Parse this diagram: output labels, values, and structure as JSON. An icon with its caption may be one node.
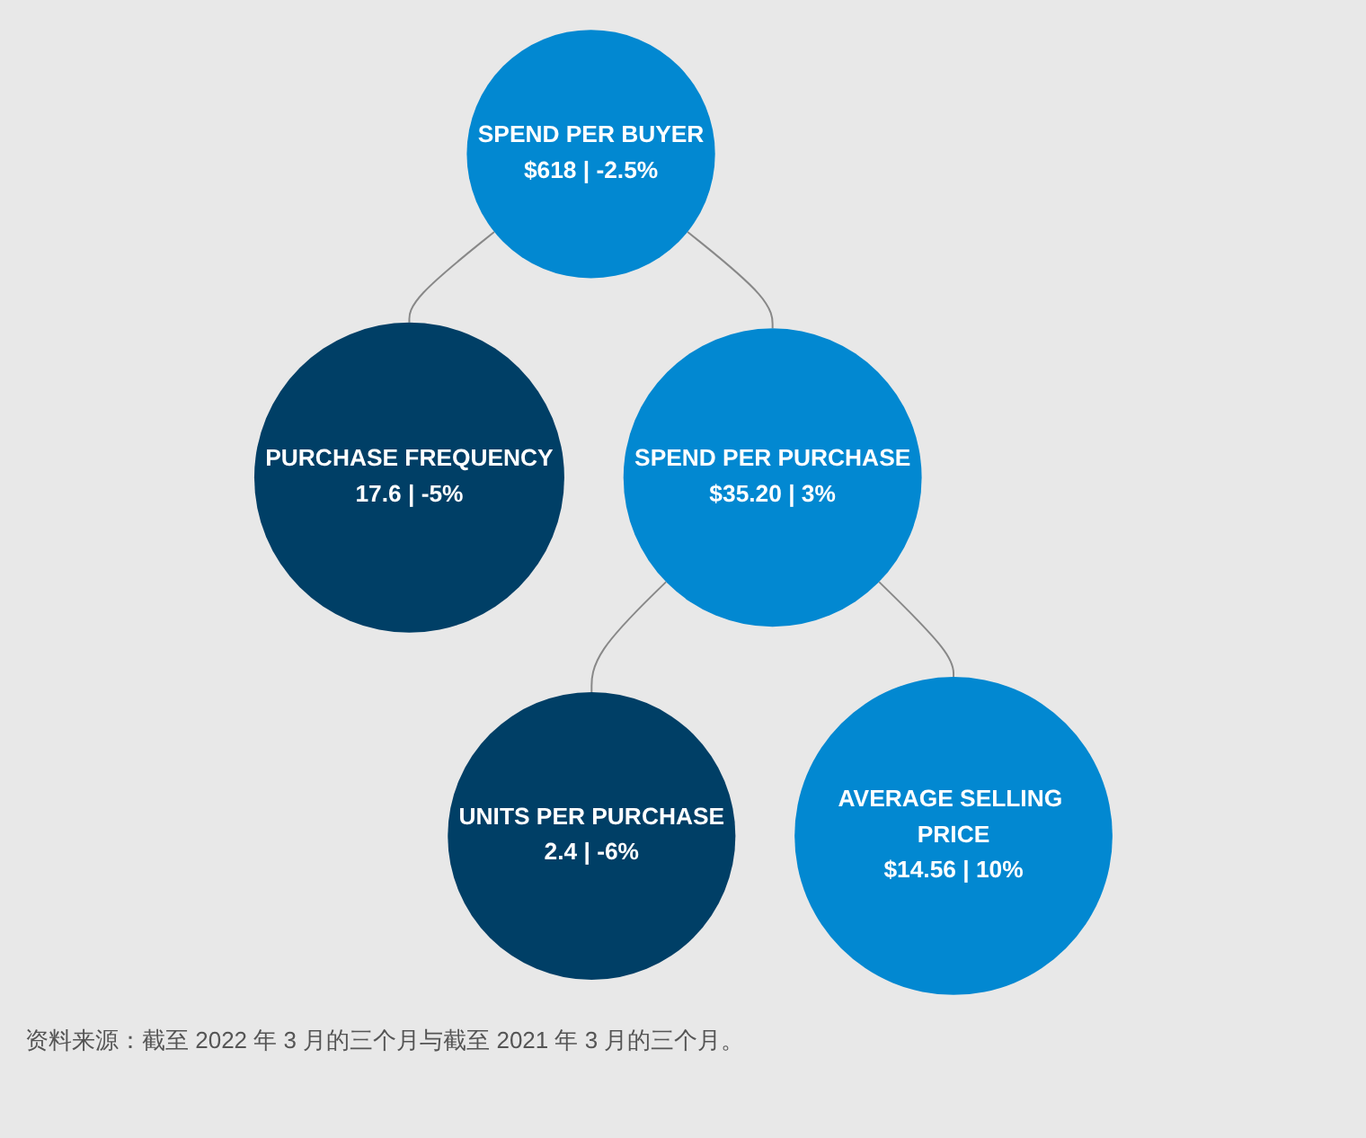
{
  "diagram": {
    "caption": "资料来源：截至 2022 年 3 月的三个月与截至 2021 年 3 月的三个月。",
    "nodes": [
      {
        "text": [
          "SPEND PER BUYER",
          "$618 | -2.5%"
        ]
      },
      {
        "text": [
          "PURCHASE FREQUENCY",
          "17.6 | -5%"
        ]
      },
      {
        "text": [
          "SPEND PER PURCHASE",
          "$35.20 | 3%"
        ]
      },
      {
        "text": [
          "UNITS PER PURCHASE",
          "2.4 | -6%"
        ]
      },
      {
        "text": [
          "AVERAGE SELLING PRICE",
          "$14.56 | 10%"
        ]
      }
    ],
    "edges": [
      {
        "from": 0,
        "to": 1,
        "arrow": "none"
      },
      {
        "from": 0,
        "to": 2,
        "arrow": "none"
      },
      {
        "from": 2,
        "to": 3,
        "arrow": "none"
      },
      {
        "from": 2,
        "to": 4,
        "arrow": "none"
      }
    ]
  }
}
